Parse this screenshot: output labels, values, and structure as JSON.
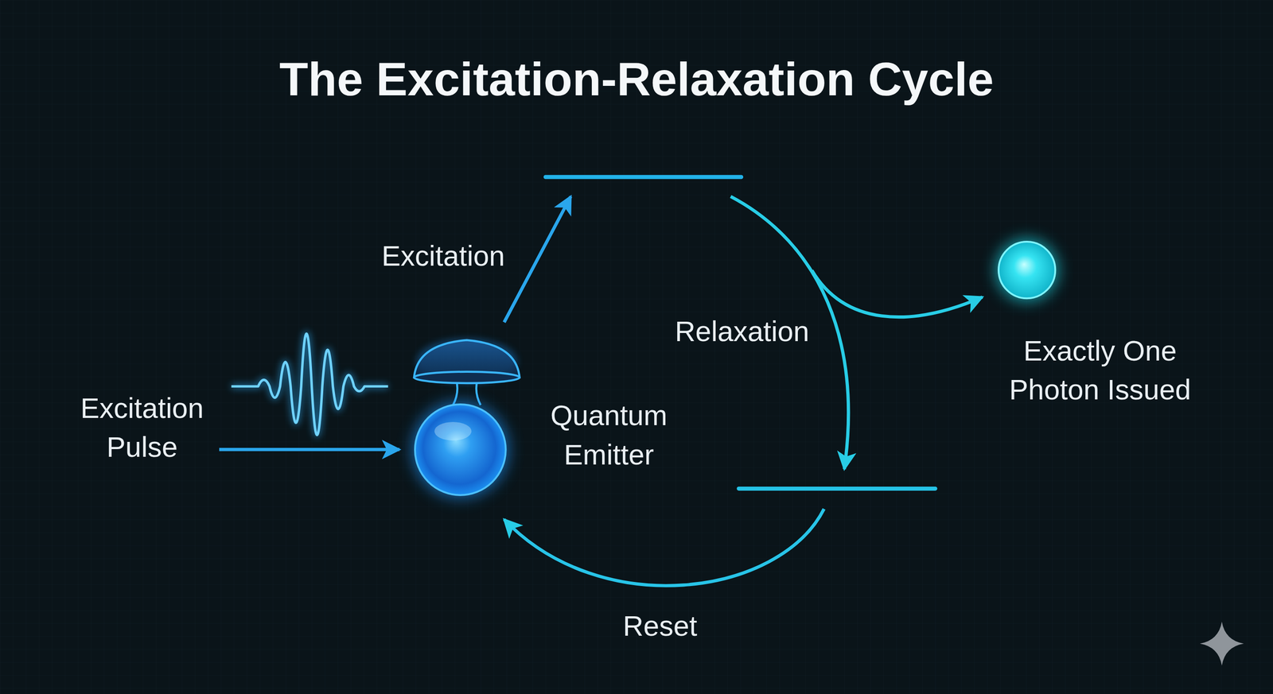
{
  "diagram": {
    "title": "The Excitation-Relaxation Cycle",
    "nodes": [
      {
        "text": [
          "Excitation Pulse"
        ]
      },
      {
        "text": [
          "Quantum Emitter"
        ]
      },
      {
        "text": [
          "Exactly One Photon Issued"
        ]
      }
    ],
    "edges": [
      {
        "from": 0,
        "to": 1,
        "arrow": "to"
      }
    ],
    "labels": [
      "Excitation",
      "Relaxation",
      "Reset"
    ]
  }
}
